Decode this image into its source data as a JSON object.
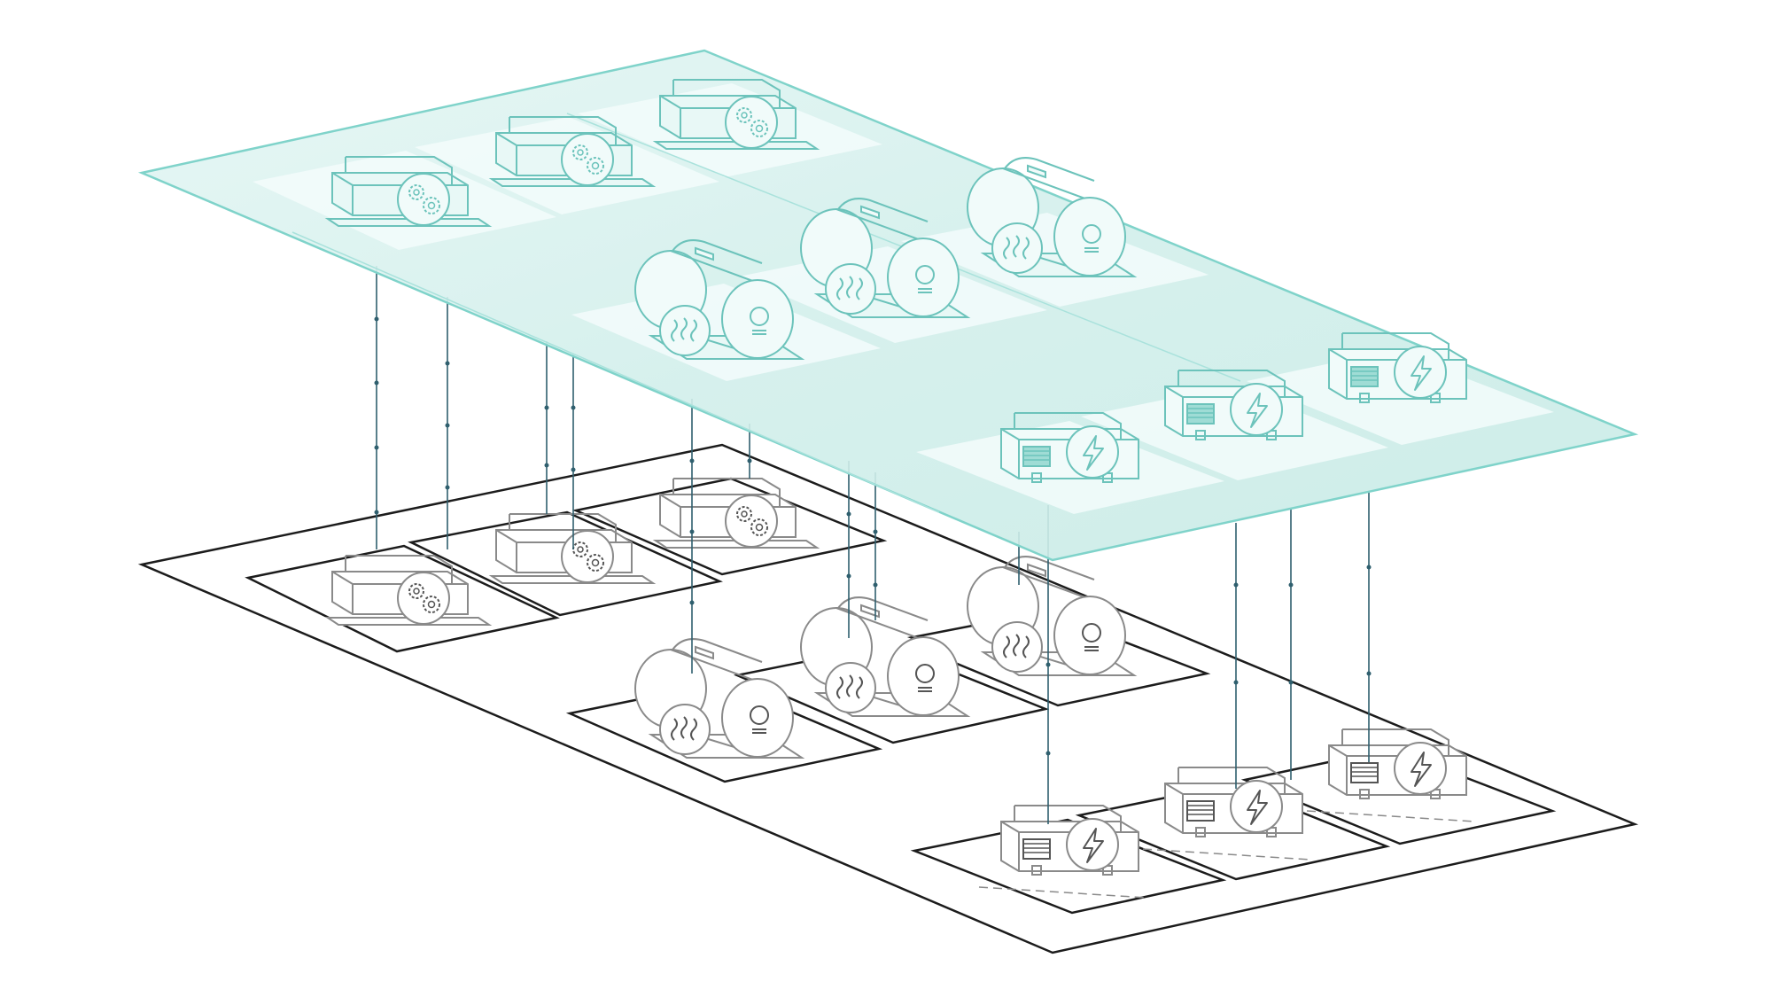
{
  "diagram": {
    "kind": "digital-twin-plant-layout",
    "layers": [
      {
        "id": "virtual",
        "style": "translucent-teal-plane"
      },
      {
        "id": "physical",
        "style": "black-outline-plane"
      }
    ],
    "equipment": [
      {
        "id": "gear-1",
        "type": "gearbox",
        "icon": "gears-icon"
      },
      {
        "id": "gear-2",
        "type": "gearbox",
        "icon": "gears-icon"
      },
      {
        "id": "gear-3",
        "type": "gearbox",
        "icon": "gears-icon"
      },
      {
        "id": "boiler-1",
        "type": "boiler",
        "icon": "heat-waves-icon"
      },
      {
        "id": "boiler-2",
        "type": "boiler",
        "icon": "heat-waves-icon"
      },
      {
        "id": "boiler-3",
        "type": "boiler",
        "icon": "heat-waves-icon"
      },
      {
        "id": "gen-1",
        "type": "generator",
        "icon": "lightning-icon"
      },
      {
        "id": "gen-2",
        "type": "generator",
        "icon": "lightning-icon"
      },
      {
        "id": "gen-3",
        "type": "generator",
        "icon": "lightning-icon"
      }
    ],
    "colors": {
      "virtual_fill": "#d8f2ef",
      "virtual_stroke": "#7fd3ca",
      "virtual_pad": "#f1fbfa",
      "virtual_equipment": "#6cc3bb",
      "physical_stroke": "#1c1c1c",
      "physical_equipment": "#8a8a8a",
      "connector": "#2f5f6e"
    }
  }
}
